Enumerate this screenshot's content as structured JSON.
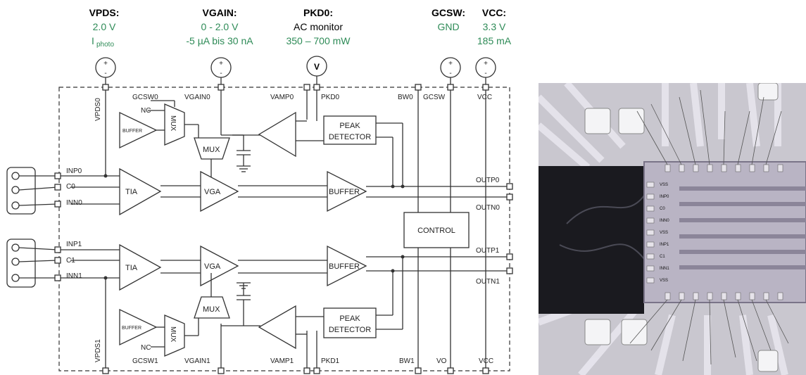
{
  "header": {
    "vpds": {
      "label": "VPDS:",
      "value": "2.0 V",
      "sub": "I",
      "sub_small": "photo"
    },
    "vgain": {
      "label": "VGAIN:",
      "value": "0 - 2.0 V",
      "sub": "-5 µA bis 30 nA"
    },
    "pkd0": {
      "label": "PKD0:",
      "value": "AC monitor",
      "sub": "350 – 700 mW"
    },
    "gcsw": {
      "label": "GCSW:",
      "value": "GND"
    },
    "vcc": {
      "label": "VCC:",
      "value": "3.3 V",
      "sub": "185 mA"
    }
  },
  "meters": {
    "plus": "+",
    "minus": "-",
    "volt": "V"
  },
  "pins": {
    "vpds0": "VPDS0",
    "gcsw0": "GCSW0",
    "nc_top": "NC",
    "vgain0": "VGAIN0",
    "vamp0": "VAMP0",
    "pkd0": "PKD0",
    "bw0": "BW0",
    "gcsw": "GCSW",
    "vcc_top": "VCC",
    "inp0": "INP0",
    "c0": "C0",
    "inn0": "INN0",
    "outp0": "OUTP0",
    "outn0": "OUTN0",
    "inp1": "INP1",
    "c1": "C1",
    "inn1": "INN1",
    "outp1": "OUTP1",
    "outn1": "OUTN1",
    "vpds1": "VPDS1",
    "nc_bot": "NC",
    "gcsw1": "GCSW1",
    "vgain1": "VGAIN1",
    "vamp1": "VAMP1",
    "pkd1": "PKD1",
    "bw1": "BW1",
    "vo": "VO",
    "vcc_bot": "VCC"
  },
  "blocks": {
    "buffer_small": "BUFFER",
    "mux": "MUX",
    "tia": "TIA",
    "vga": "VGA",
    "buffer": "BUFFER",
    "peak_1": "PEAK",
    "peak_2": "DETECTOR",
    "control": "CONTROL"
  },
  "chip_labels": [
    "VSS",
    "INP0",
    "C0",
    "INN0",
    "VSS",
    "INP1",
    "C1",
    "INN1",
    "VSS"
  ],
  "colors": {
    "green": "#2e8b57",
    "board": "#c9c7cf",
    "trace": "#e8e6ee",
    "die": "#b9b4c4"
  }
}
